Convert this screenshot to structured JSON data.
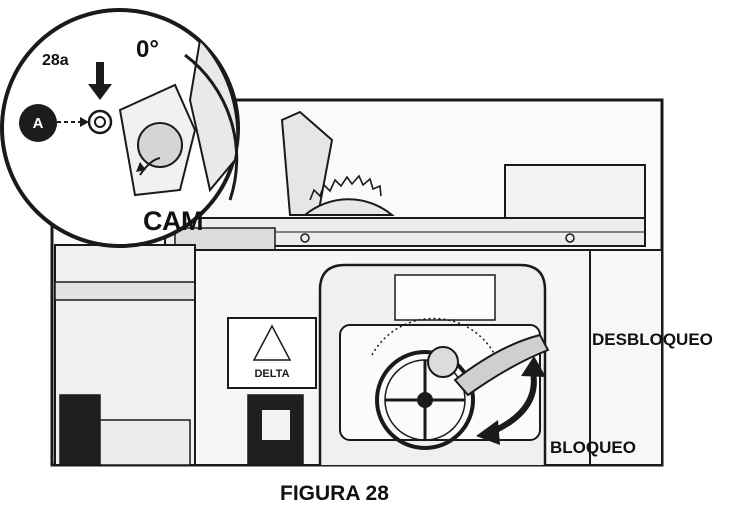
{
  "figure": {
    "inset_label": "28a",
    "angle_label": "0°",
    "callout_letter": "A",
    "cam_label": "CAM",
    "unlock_label": "DESBLOQUEO",
    "lock_label": "BLOQUEO",
    "caption": "FIGURA 28",
    "logo_text": "DELTA"
  },
  "colors": {
    "line": "#1a1a1a",
    "panel": "#f4f4f4",
    "shade": "#d9d9d9"
  }
}
